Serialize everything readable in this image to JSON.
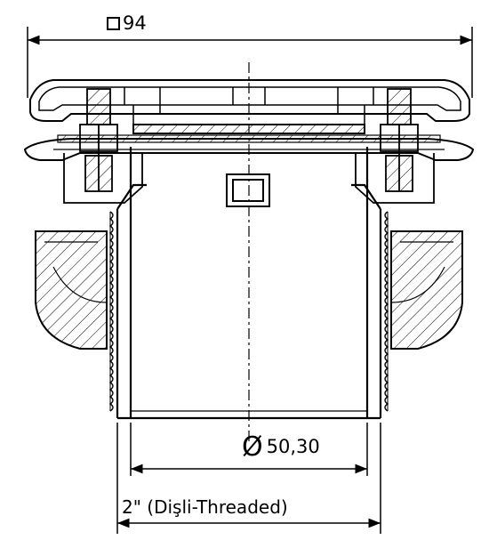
{
  "dimensions": {
    "overall_width_symbol": "square",
    "overall_width": "94",
    "pipe_diameter_symbol": "Ø",
    "pipe_diameter": "50,30",
    "thread_size": "2\" (Dişli-Threaded)"
  },
  "colors": {
    "line": "#000000",
    "background": "#ffffff"
  }
}
